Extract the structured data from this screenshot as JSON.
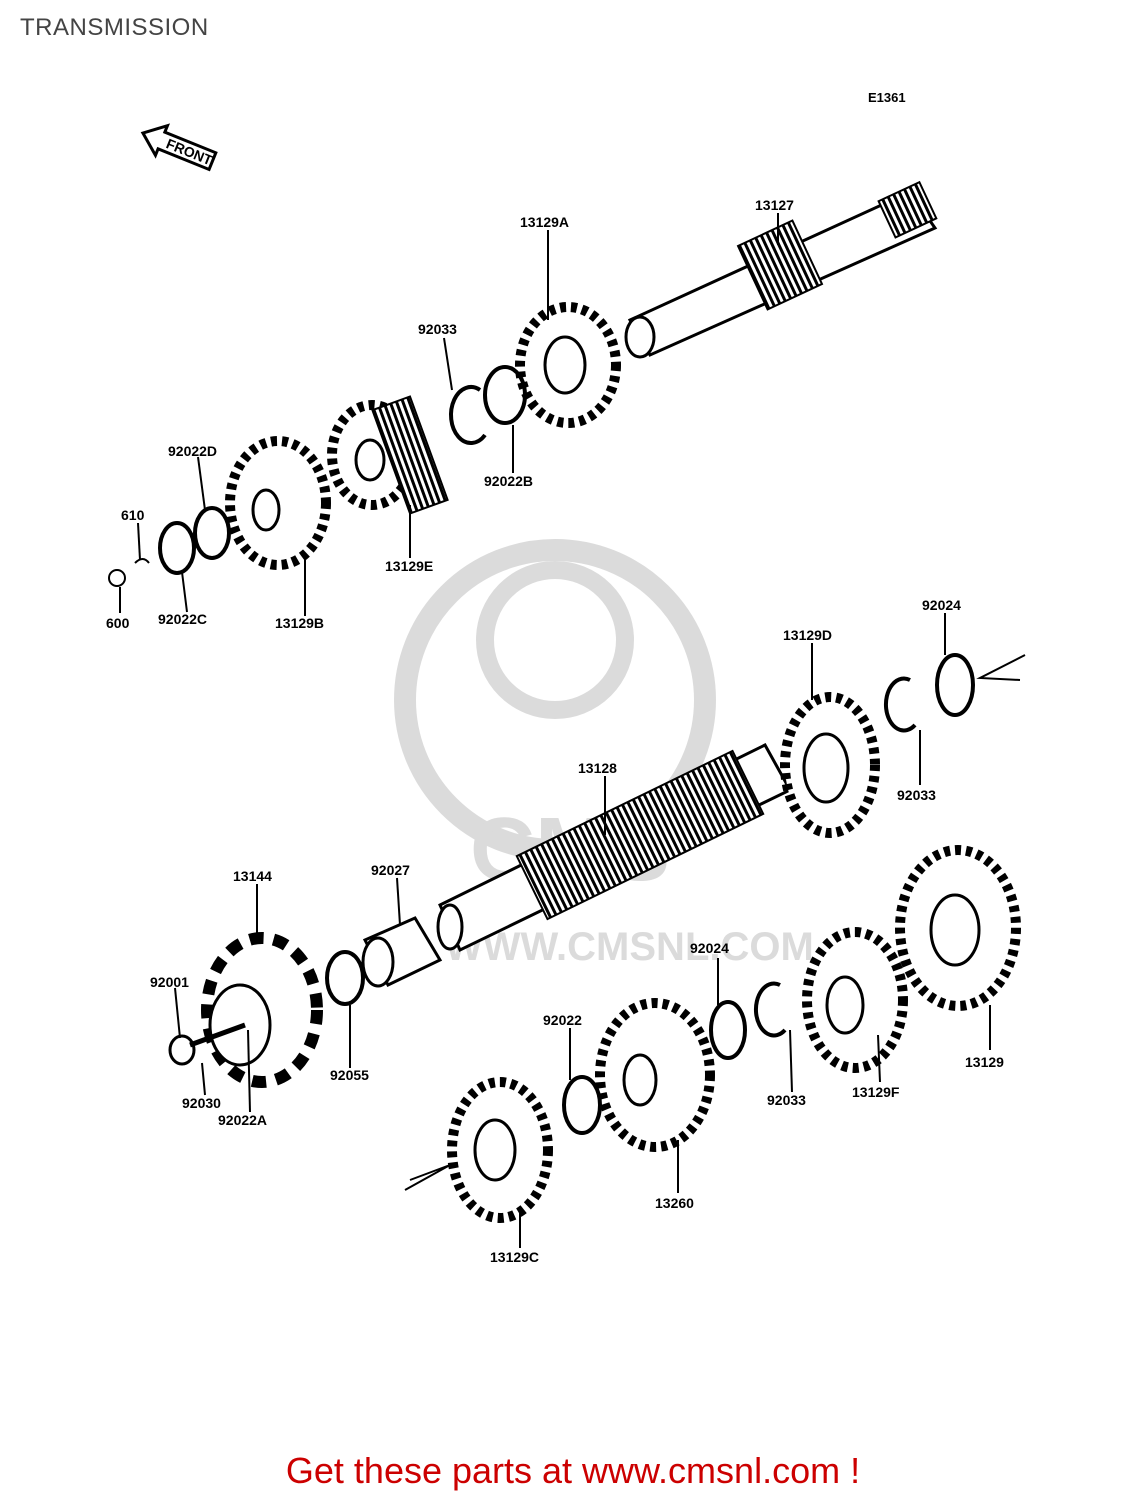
{
  "header": {
    "title": "TRANSMISSION"
  },
  "diagram": {
    "code": "E1361",
    "front_label": "FRONT",
    "watermark": "WWW.CMSNL.COM",
    "parts": [
      "13127",
      "13129A",
      "92033",
      "92022D",
      "610",
      "600",
      "92022C",
      "13129B",
      "13129E",
      "92022B",
      "13129D",
      "92024",
      "92033",
      "13128",
      "13144",
      "92027",
      "92001",
      "92030",
      "92022A",
      "92055",
      "92024",
      "92022",
      "92033",
      "13129F",
      "13129",
      "13260",
      "13129C"
    ]
  },
  "footer": {
    "cta": "Get these parts at www.cmsnl.com !"
  }
}
